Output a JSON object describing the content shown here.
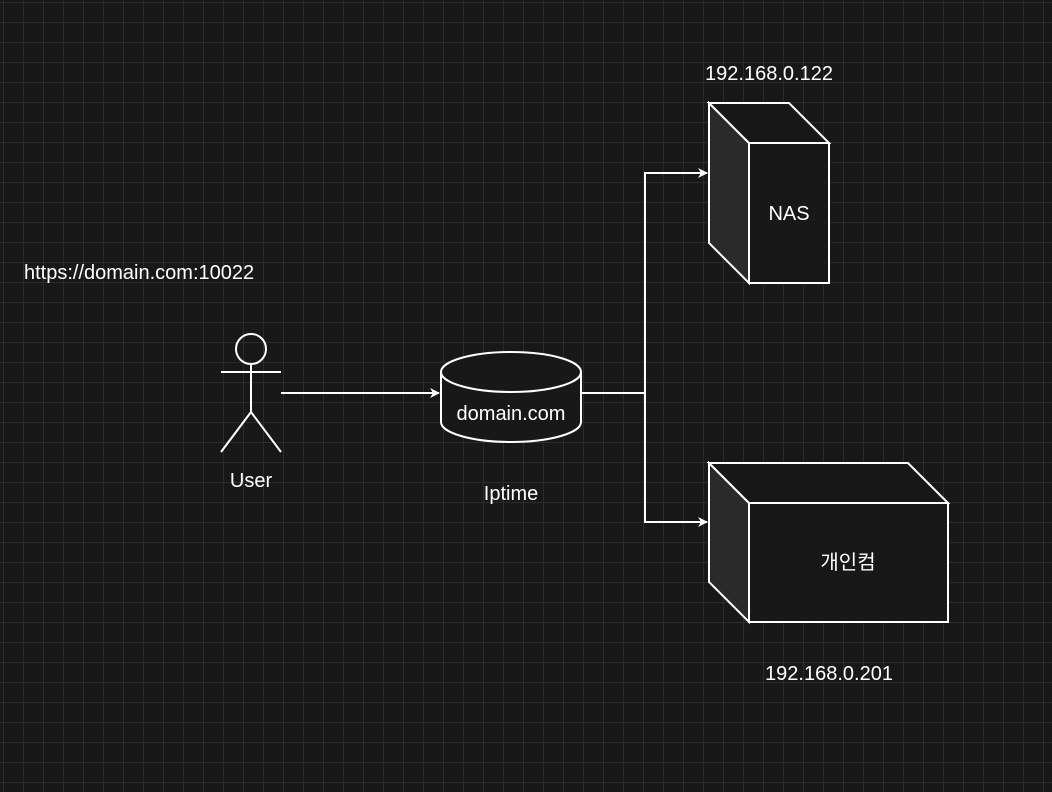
{
  "nodes": {
    "user": {
      "label": "User",
      "url_label": "https://domain.com:10022"
    },
    "router": {
      "label": "domain.com",
      "caption": "Iptime"
    },
    "nas": {
      "label": "NAS",
      "ip": "192.168.0.122"
    },
    "pc": {
      "label": "개인컴",
      "ip": "192.168.0.201"
    }
  },
  "colors": {
    "background": "#181818",
    "grid": "#2b2b2b",
    "stroke": "#ffffff",
    "box_side_fill": "#2a2a2a"
  }
}
